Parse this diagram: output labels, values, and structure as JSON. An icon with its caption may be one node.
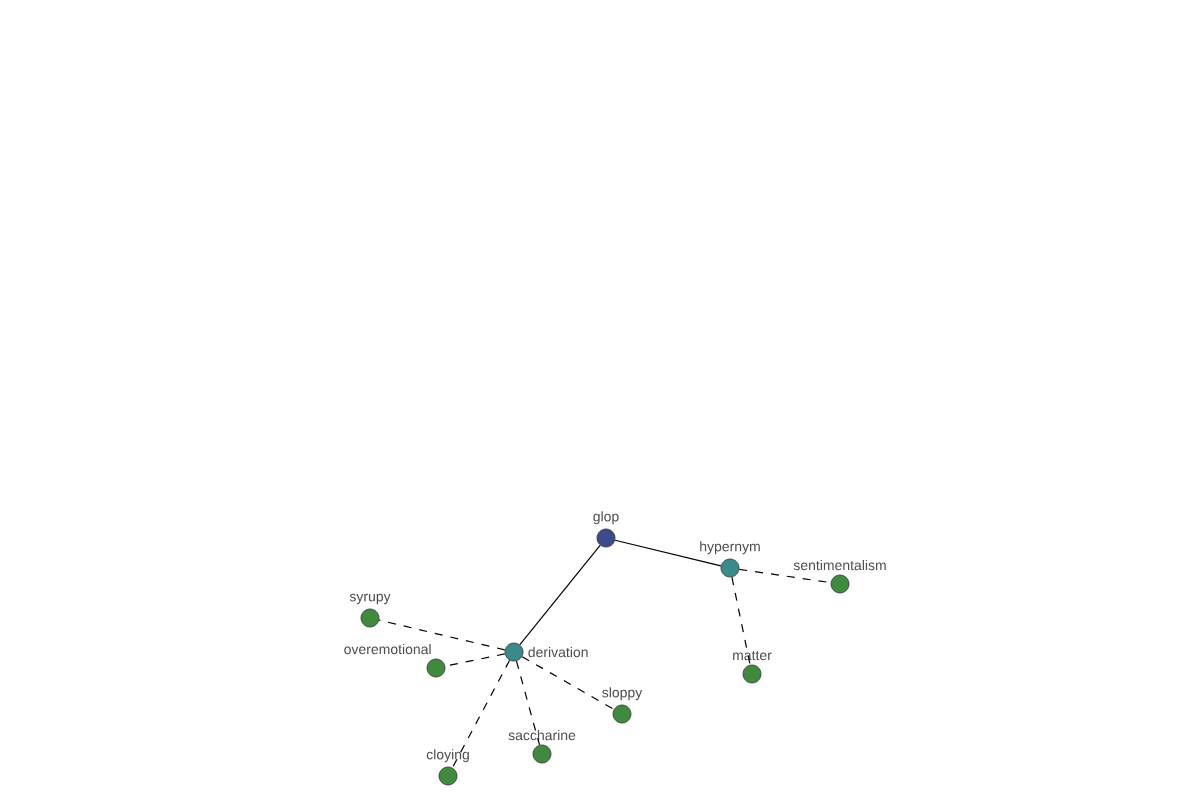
{
  "diagram": {
    "nodes": [
      {
        "text": [
          "glop"
        ]
      },
      {
        "text": [
          "hypernym"
        ]
      },
      {
        "text": [
          "derivation"
        ]
      },
      {
        "text": [
          "sentimentalism"
        ]
      },
      {
        "text": [
          "matter"
        ]
      },
      {
        "text": [
          "syrupy"
        ]
      },
      {
        "text": [
          "overemotional"
        ]
      },
      {
        "text": [
          "sloppy"
        ]
      },
      {
        "text": [
          "saccharine"
        ]
      },
      {
        "text": [
          "cloying"
        ]
      }
    ],
    "edges": [
      {
        "from": 0,
        "to": 1,
        "arrow": "none"
      },
      {
        "from": 0,
        "to": 2,
        "arrow": "none"
      },
      {
        "from": 1,
        "to": 3,
        "arrow": "none",
        "style": "dashed"
      },
      {
        "from": 1,
        "to": 4,
        "arrow": "none",
        "style": "dashed"
      },
      {
        "from": 2,
        "to": 5,
        "arrow": "none",
        "style": "dashed"
      },
      {
        "from": 2,
        "to": 6,
        "arrow": "none",
        "style": "dashed"
      },
      {
        "from": 2,
        "to": 7,
        "arrow": "none",
        "style": "dashed"
      },
      {
        "from": 2,
        "to": 8,
        "arrow": "none",
        "style": "dashed"
      },
      {
        "from": 2,
        "to": 9,
        "arrow": "none",
        "style": "dashed"
      }
    ]
  }
}
